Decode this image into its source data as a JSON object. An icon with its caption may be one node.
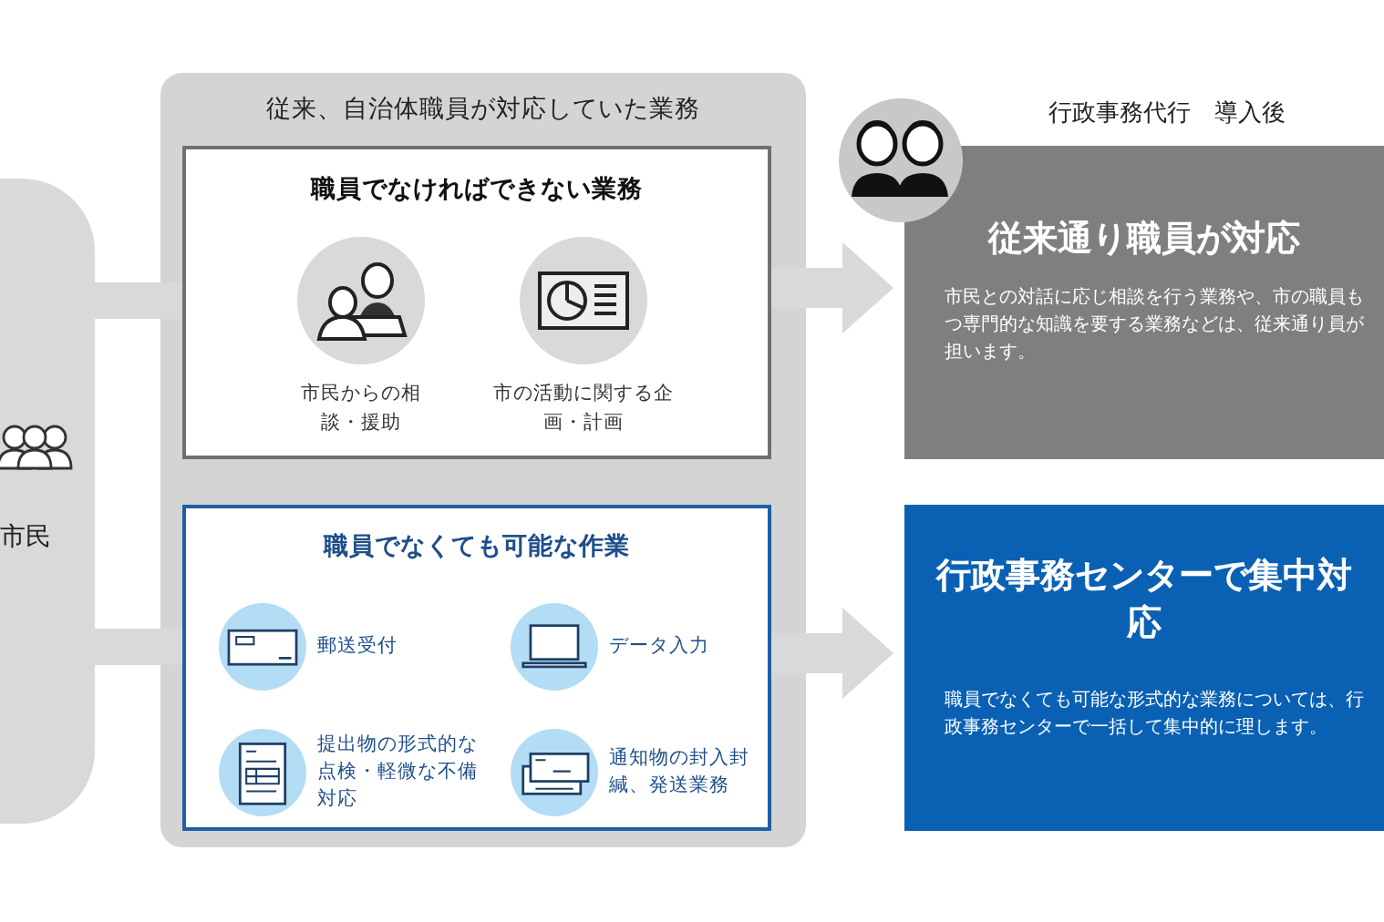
{
  "diagram": {
    "nodes": [
      {
        "text": [
          "市民"
        ]
      },
      {
        "text": [
          "従来、自治体職員が対応していた業務"
        ]
      },
      {
        "text": [
          "職員でなければできない業務"
        ],
        "in": 1
      },
      {
        "text": [
          "市民からの相談・援助"
        ],
        "in": 2
      },
      {
        "text": [
          "市の活動に関する企画・計画"
        ],
        "in": 2
      },
      {
        "text": [
          "職員でなくても可能な作業"
        ],
        "in": 1
      },
      {
        "text": [
          "郵送受付"
        ],
        "in": 5
      },
      {
        "text": [
          "データ入力"
        ],
        "in": 5
      },
      {
        "text": [
          "提出物の形式的な点検・軽微な不備対応"
        ],
        "in": 5
      },
      {
        "text": [
          "通知物の封入封緘、発送業務"
        ],
        "in": 5
      },
      {
        "text": [
          "従来通り職員が対応",
          "市民との対話に応じ相談を行う業務や、市の職員もつ専門的な知識を要する業務などは、従来通り員が担います。"
        ]
      },
      {
        "text": [
          "行政事務センターで集中対応",
          "職員でなくても可能な形式的な業務については、行政事務センターで一括して集中的に理します。"
        ]
      }
    ],
    "edges": [
      {
        "from": 0,
        "to": 2,
        "arrow": "none"
      },
      {
        "from": 0,
        "to": 5,
        "arrow": "none"
      },
      {
        "from": 2,
        "to": 10,
        "arrow": "to"
      },
      {
        "from": 5,
        "to": 11,
        "arrow": "to"
      }
    ],
    "labels": [
      "行政事務代行　導入後"
    ]
  }
}
